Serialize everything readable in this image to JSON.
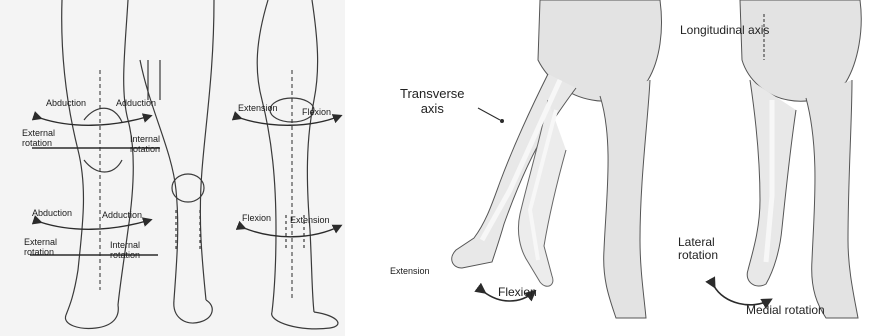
{
  "panel_left": {
    "labels": {
      "abduction_left": "Abduction",
      "adduction_top": "Adduction",
      "external_rotation_top": "External\nrotation",
      "internal_rotation_top": "Internal\nrotation",
      "abduction_lower": "Abduction",
      "adduction_lower": "Adduction",
      "external_rotation_lower": "External\nrotation",
      "internal_rotation_lower": "Internal\nrotation"
    }
  },
  "panel_middle": {
    "labels": {
      "extension": "Extension",
      "flexion": "Flexion",
      "flexion_lower": "Flexion",
      "extension_lower": "Extension"
    }
  },
  "panel_right_a": {
    "labels": {
      "transverse_axis": "Transverse\naxis",
      "extension": "Extension",
      "flexion": "Flexion"
    }
  },
  "panel_right_b": {
    "labels": {
      "longitudinal_axis": "Longitudinal axis",
      "lateral_rotation": "Lateral\nrotation",
      "medial_rotation": "Medial rotation"
    }
  },
  "colors": {
    "sketch_bg": "#f4f4f4",
    "skin": "#e3e3e3",
    "bone": "#f7f7f7",
    "ink": "#2b2b2b"
  }
}
